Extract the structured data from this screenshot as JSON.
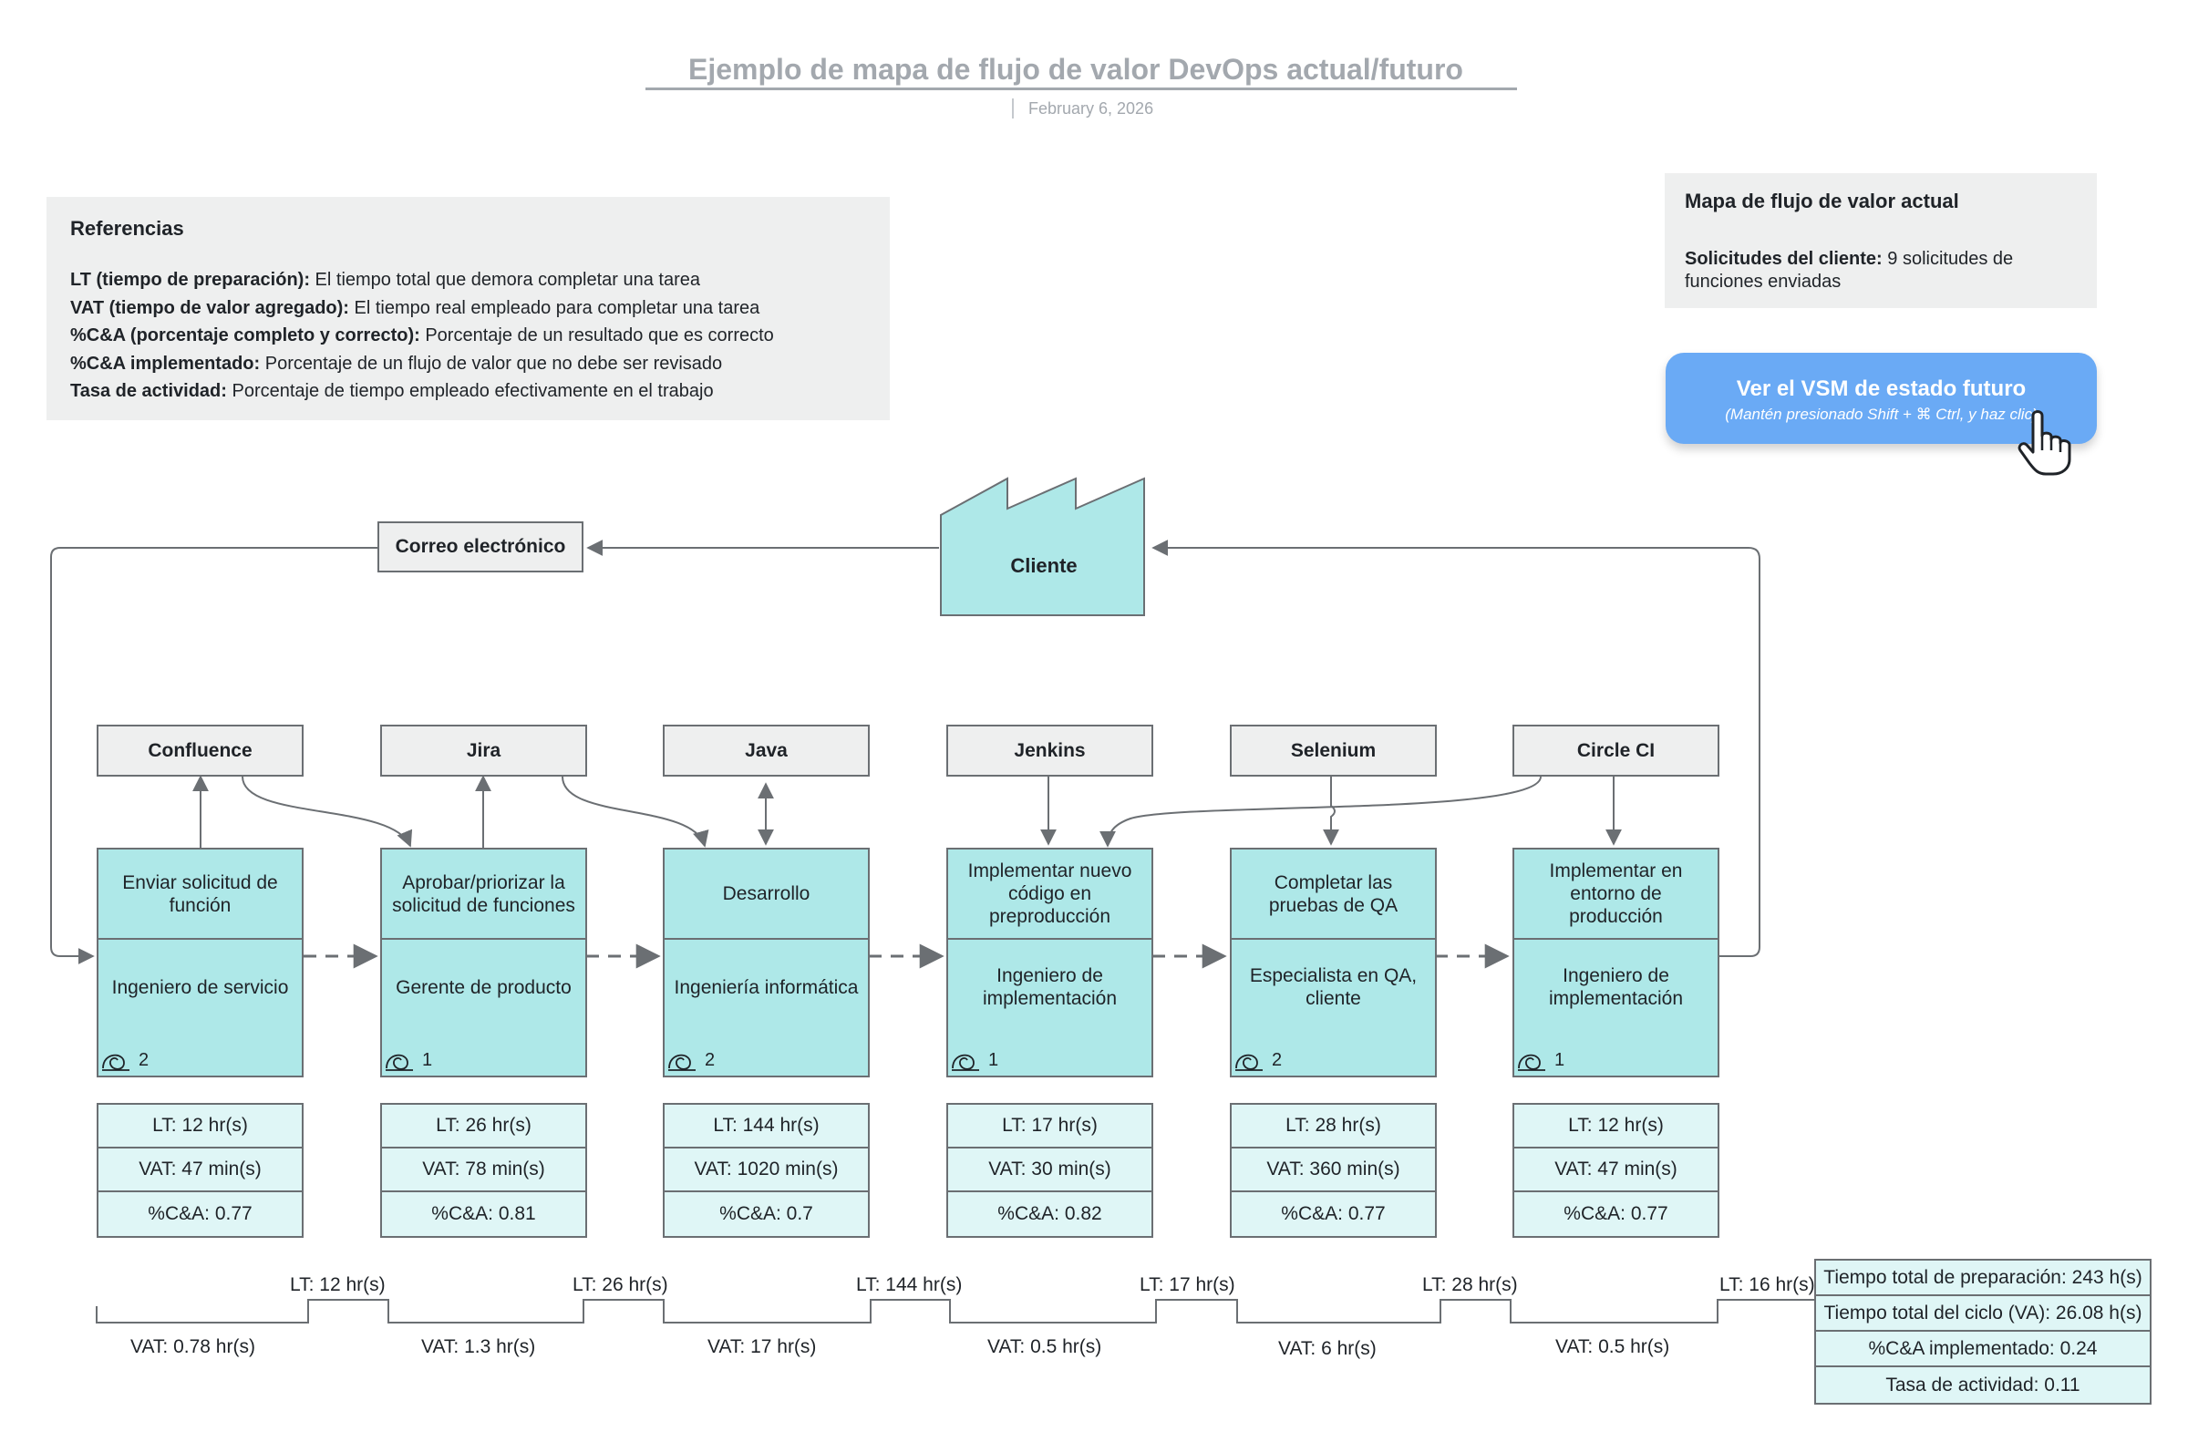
{
  "header": {
    "title": "Ejemplo de mapa de flujo de valor DevOps actual/futuro",
    "date": "February 6, 2026"
  },
  "references": {
    "heading": "Referencias",
    "items": [
      {
        "term": "LT (tiempo de preparación):",
        "desc": " El tiempo total que demora completar una tarea"
      },
      {
        "term": "VAT (tiempo de valor agregado):",
        "desc": " El tiempo real empleado para completar una tarea"
      },
      {
        "term": "%C&A (porcentaje completo y correcto):",
        "desc": " Porcentaje de un resultado que es correcto"
      },
      {
        "term": "%C&A implementado:",
        "desc": " Porcentaje de un flujo de valor que no debe ser revisado"
      },
      {
        "term": "Tasa de actividad:",
        "desc": " Porcentaje de tiempo empleado efectivamente en el trabajo"
      }
    ]
  },
  "state_panel": {
    "heading": "Mapa de flujo de valor actual",
    "term": "Solicitudes del cliente:",
    "desc": " 9 solicitudes de funciones enviadas"
  },
  "future_button": {
    "label": "Ver el VSM de estado futuro",
    "hint": "(Mantén presionado Shift + ⌘ Ctrl, y haz clic)",
    "icon": "pointer-hand-icon"
  },
  "customer": {
    "label": "Cliente",
    "icon": "factory-icon"
  },
  "email": {
    "label": "Correo electrónico"
  },
  "tools": [
    "Confluence",
    "Jira",
    "Java",
    "Jenkins",
    "Selenium",
    "Circle CI"
  ],
  "processes": [
    {
      "task": "Enviar solicitud de función",
      "role": "Ingeniero de servicio",
      "operators": "2",
      "lt": "LT:  12 hr(s)",
      "vat": "VAT:  47 min(s)",
      "ca": "%C&A: 0.77"
    },
    {
      "task": "Aprobar/priorizar la solicitud de funciones",
      "role": "Gerente de producto",
      "operators": "1",
      "lt": "LT:  26 hr(s)",
      "vat": "VAT:  78 min(s)",
      "ca": "%C&A: 0.81"
    },
    {
      "task": "Desarrollo",
      "role": "Ingeniería informática",
      "operators": "2",
      "lt": "LT:  144 hr(s)",
      "vat": "VAT:  1020 min(s)",
      "ca": "%C&A: 0.7"
    },
    {
      "task": "Implementar nuevo código en preproducción",
      "role": "Ingeniero de implementación",
      "operators": "1",
      "lt": "LT:  17 hr(s)",
      "vat": "VAT:  30 min(s)",
      "ca": "%C&A: 0.82"
    },
    {
      "task": "Completar las pruebas de QA",
      "role": "Especialista en QA, cliente",
      "operators": "2",
      "lt": "LT:  28 hr(s)",
      "vat": "VAT:  360 min(s)",
      "ca": "%C&A: 0.77"
    },
    {
      "task": "Implementar en entorno de producción",
      "role": "Ingeniero de implementación",
      "operators": "1",
      "lt": "LT:  12 hr(s)",
      "vat": "VAT:  47 min(s)",
      "ca": "%C&A: 0.77"
    }
  ],
  "operator_icon": "operator-icon",
  "timeline": {
    "lt": [
      "LT: 12 hr(s)",
      "LT: 26 hr(s)",
      "LT: 144 hr(s)",
      "LT: 17 hr(s)",
      "LT: 28 hr(s)",
      "LT: 16 hr(s)"
    ],
    "vat": [
      "VAT:  0.78 hr(s)",
      "VAT:  1.3 hr(s)",
      "VAT:  17 hr(s)",
      "VAT:  0.5 hr(s)",
      "VAT:  6 hr(s)",
      "VAT:  0.5 hr(s)"
    ]
  },
  "summary": [
    "Tiempo total de preparación: 243 h(s)",
    "Tiempo total del ciclo (VA): 26.08 h(s)",
    "%C&A implementado: 0.24",
    "Tasa de actividad: 0.11"
  ],
  "colors": {
    "process_fill": "#aee8e8",
    "metric_fill": "#dff6f6",
    "panel": "#eeefef",
    "button": "#6aaaf5",
    "title": "#a3a8ae"
  }
}
